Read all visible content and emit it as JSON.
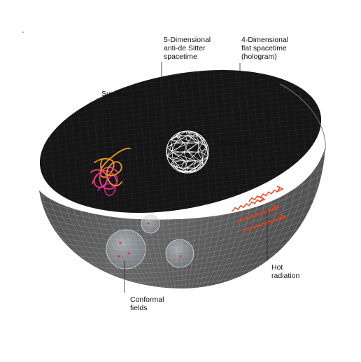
{
  "labels": {
    "ads": "5-Dimensional\nanti-de Sitter\nspacetime",
    "flat": "4-Dimensional\nflat spacetime\n(hologram)",
    "superstrings": "Superstrings",
    "black_hole": "Black hole",
    "hot_radiation": "Hot\nradiation",
    "conformal_fields": "Conformal\nfields"
  },
  "colors": {
    "bowl_inside": "#151515",
    "bowl_outside": "#5c5c5c",
    "grid": "#8a8a8a",
    "radiation": "#ff3a0a",
    "string_orange": "#f39a1a",
    "string_pink": "#e83e7a",
    "string_magenta": "#c2208a",
    "black_hole_mesh": "#ffffff",
    "bubble": "#b9c3cc",
    "dot": "#d23a3a"
  }
}
